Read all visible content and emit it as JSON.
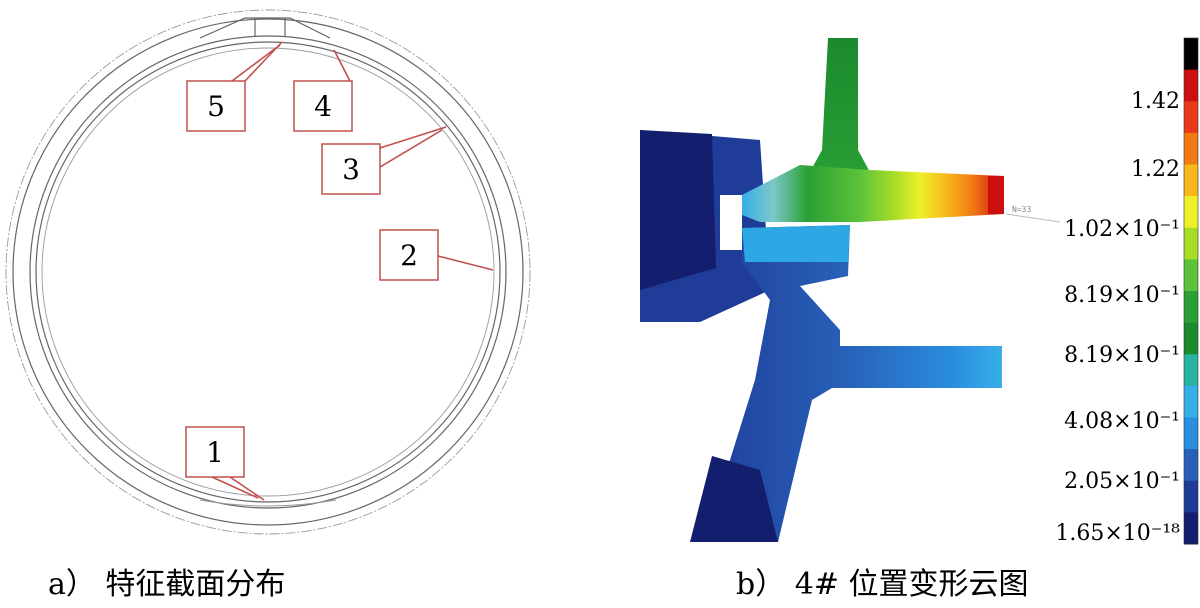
{
  "left_panel": {
    "markers": [
      "5",
      "4",
      "3",
      "2",
      "1"
    ],
    "caption": "a）  特征截面分布"
  },
  "right_panel": {
    "legend": {
      "labels": [
        "1.42",
        "1.22",
        "1.02×10⁻¹",
        "8.19×10⁻¹",
        "8.19×10⁻¹",
        "4.08×10⁻¹",
        "2.05×10⁻¹",
        "1.65×10⁻¹⁸"
      ],
      "colors": [
        "#000000",
        "#cc1010",
        "#e83a1a",
        "#f07a14",
        "#f6b81a",
        "#eef02a",
        "#a8dc28",
        "#5cc23a",
        "#2aa034",
        "#1b8a2e",
        "#2ab2a2",
        "#38aee8",
        "#2a8ee0",
        "#2860b8",
        "#1e3c98",
        "#141e6e"
      ]
    },
    "probe_tag": "N=33",
    "caption": "b）  4# 位置变形云图"
  },
  "colors": {
    "marker_red": "#c0504d",
    "deep_navy": "#141e6e",
    "mid_blue": "#2860b8",
    "light_blue": "#2ea8e4",
    "green": "#1f9a30",
    "red": "#cc1010"
  }
}
